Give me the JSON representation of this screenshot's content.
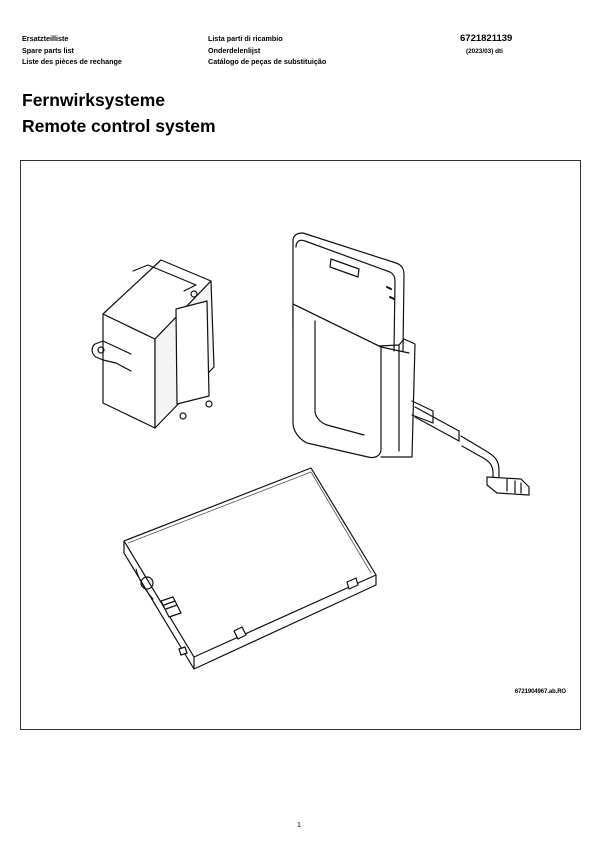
{
  "header": {
    "col1": [
      "Ersatzteilliste",
      "Spare parts list",
      "Liste des pièces de rechange"
    ],
    "col2": [
      "Lista parti di ricambio",
      "Onderdelenlijst",
      "Catálogo de peças de substituição"
    ],
    "doc_number": "6721821139",
    "doc_date": "(2023/03) dti"
  },
  "titles": {
    "de": "Fernwirksysteme",
    "en": "Remote control system"
  },
  "figure": {
    "reference": "6721904967.ab.RO"
  },
  "footer": {
    "page": "1"
  }
}
